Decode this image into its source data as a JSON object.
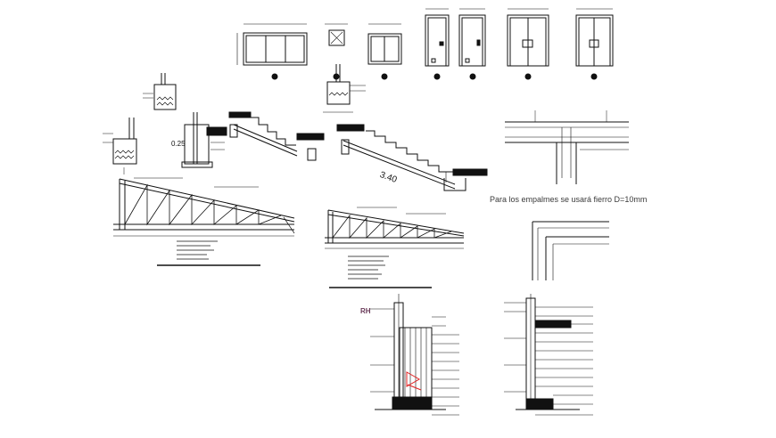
{
  "drawing": {
    "splice_note": "Para los empalmes se usará fierro D=10mm",
    "dim_left_stair": "0.25",
    "dim_stair_run": "3.40",
    "mark_rh": "RH"
  },
  "colors": {
    "line": "#111111",
    "accent_red": "#e02020",
    "text": "#3a3a3a",
    "background": "#ffffff"
  }
}
